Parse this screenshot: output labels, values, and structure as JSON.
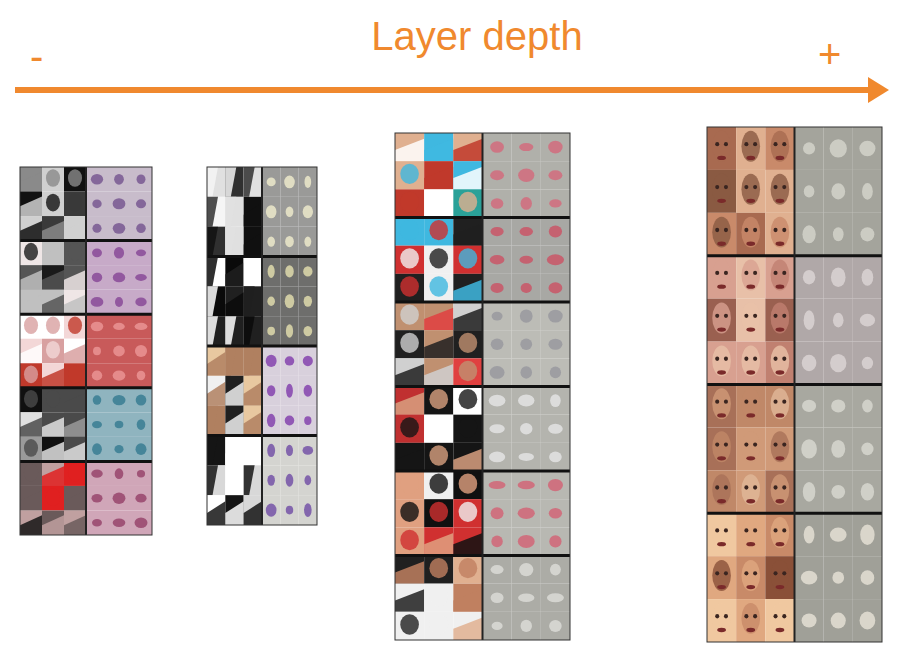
{
  "diagram": {
    "labels": [
      "-",
      "Layer depth",
      "+"
    ]
  }
}
